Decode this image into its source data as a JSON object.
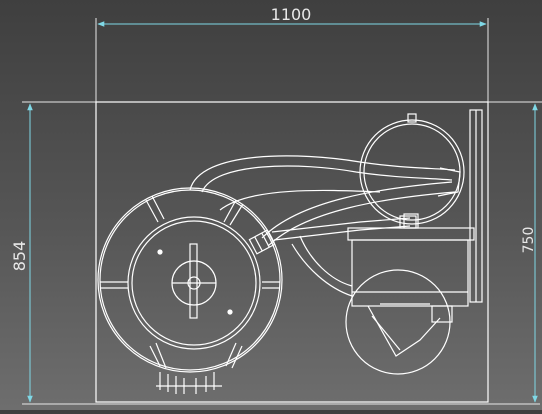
{
  "drawing": {
    "title": "",
    "line_color": "#ffffff",
    "dimension_color": "#e8e8e8",
    "arrow_color": "#7fd8e6",
    "background_top": "#3f3f3f",
    "background_bottom": "#6e6e6e"
  },
  "dimensions": {
    "width_total": "1100",
    "height_total": "854",
    "height_frame": "750"
  }
}
